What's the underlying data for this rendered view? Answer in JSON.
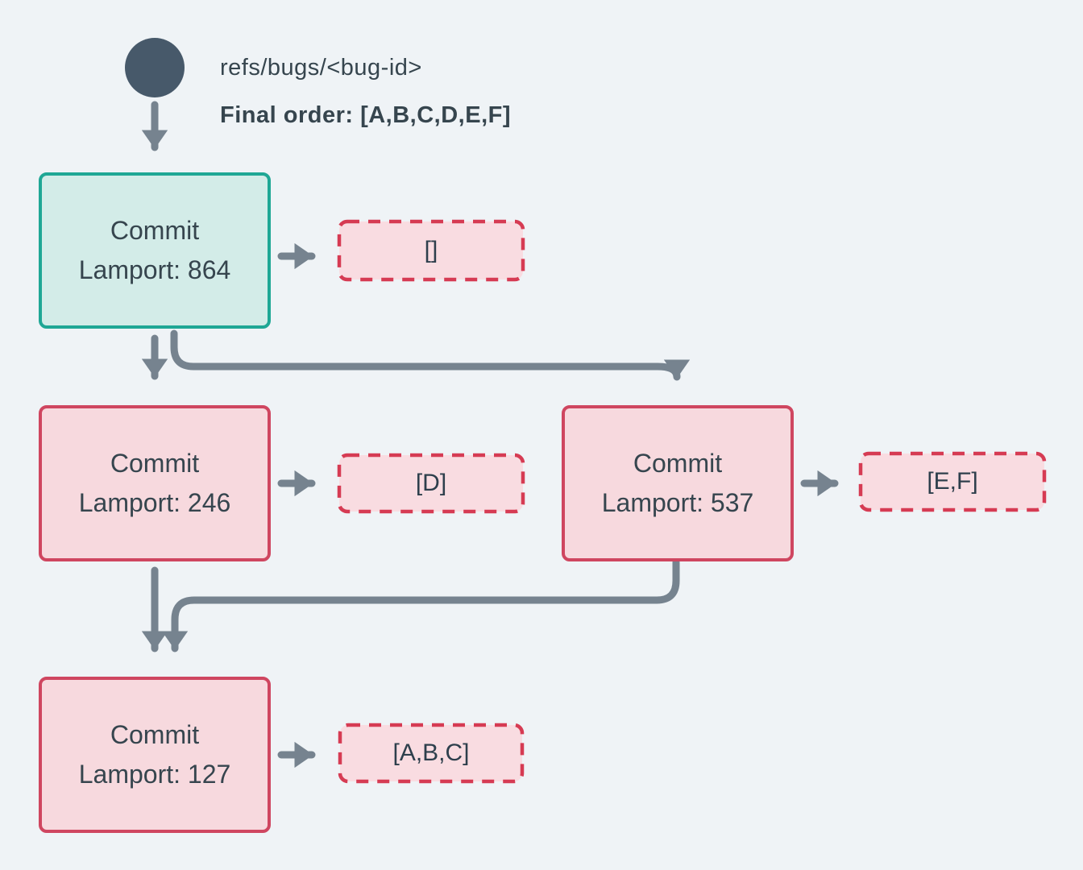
{
  "header": {
    "ref_label": "refs/bugs/<bug-id>",
    "final_order": "Final order: [A,B,C,D,E,F]"
  },
  "nodes": {
    "root": {
      "title": "Commit",
      "lamport": "Lamport: 864"
    },
    "left": {
      "title": "Commit",
      "lamport": "Lamport: 246"
    },
    "right": {
      "title": "Commit",
      "lamport": "Lamport: 537"
    },
    "merge": {
      "title": "Commit",
      "lamport": "Lamport: 127"
    }
  },
  "lists": {
    "root": "[]",
    "left": "[D]",
    "right": "[E,F]",
    "merge": "[A,B,C]"
  },
  "colors": {
    "background": "#eff3f6",
    "text": "#36454e",
    "ref_circle": "#47596a",
    "arrow": "#76838f",
    "teal_border": "#1fa795",
    "teal_fill": "#d3ece8",
    "red_border": "#cf4660",
    "red_fill": "#f7d9de",
    "dashed_border": "#d63b53",
    "dashed_fill": "#f9dce1"
  }
}
